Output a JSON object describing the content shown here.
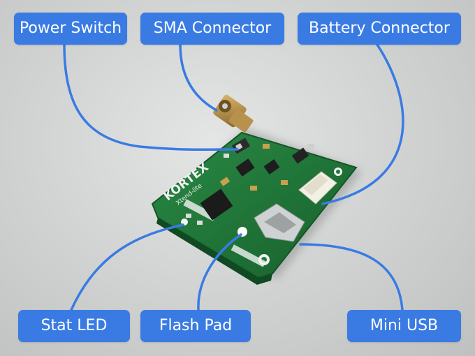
{
  "callouts": {
    "power_switch": "Power Switch",
    "sma_connector": "SMA Connector",
    "battery_connector": "Battery Connector",
    "stat_led": "Stat LED",
    "flash_pad": "Flash Pad",
    "mini_usb": "Mini USB"
  },
  "board": {
    "brand": "KORTEX",
    "model": "Xtend-lite"
  },
  "colors": {
    "callout_fill": "#3a7be3",
    "callout_text": "#ffffff",
    "pcb_green": "#1f7a3a",
    "background": "#d3d5d4"
  }
}
